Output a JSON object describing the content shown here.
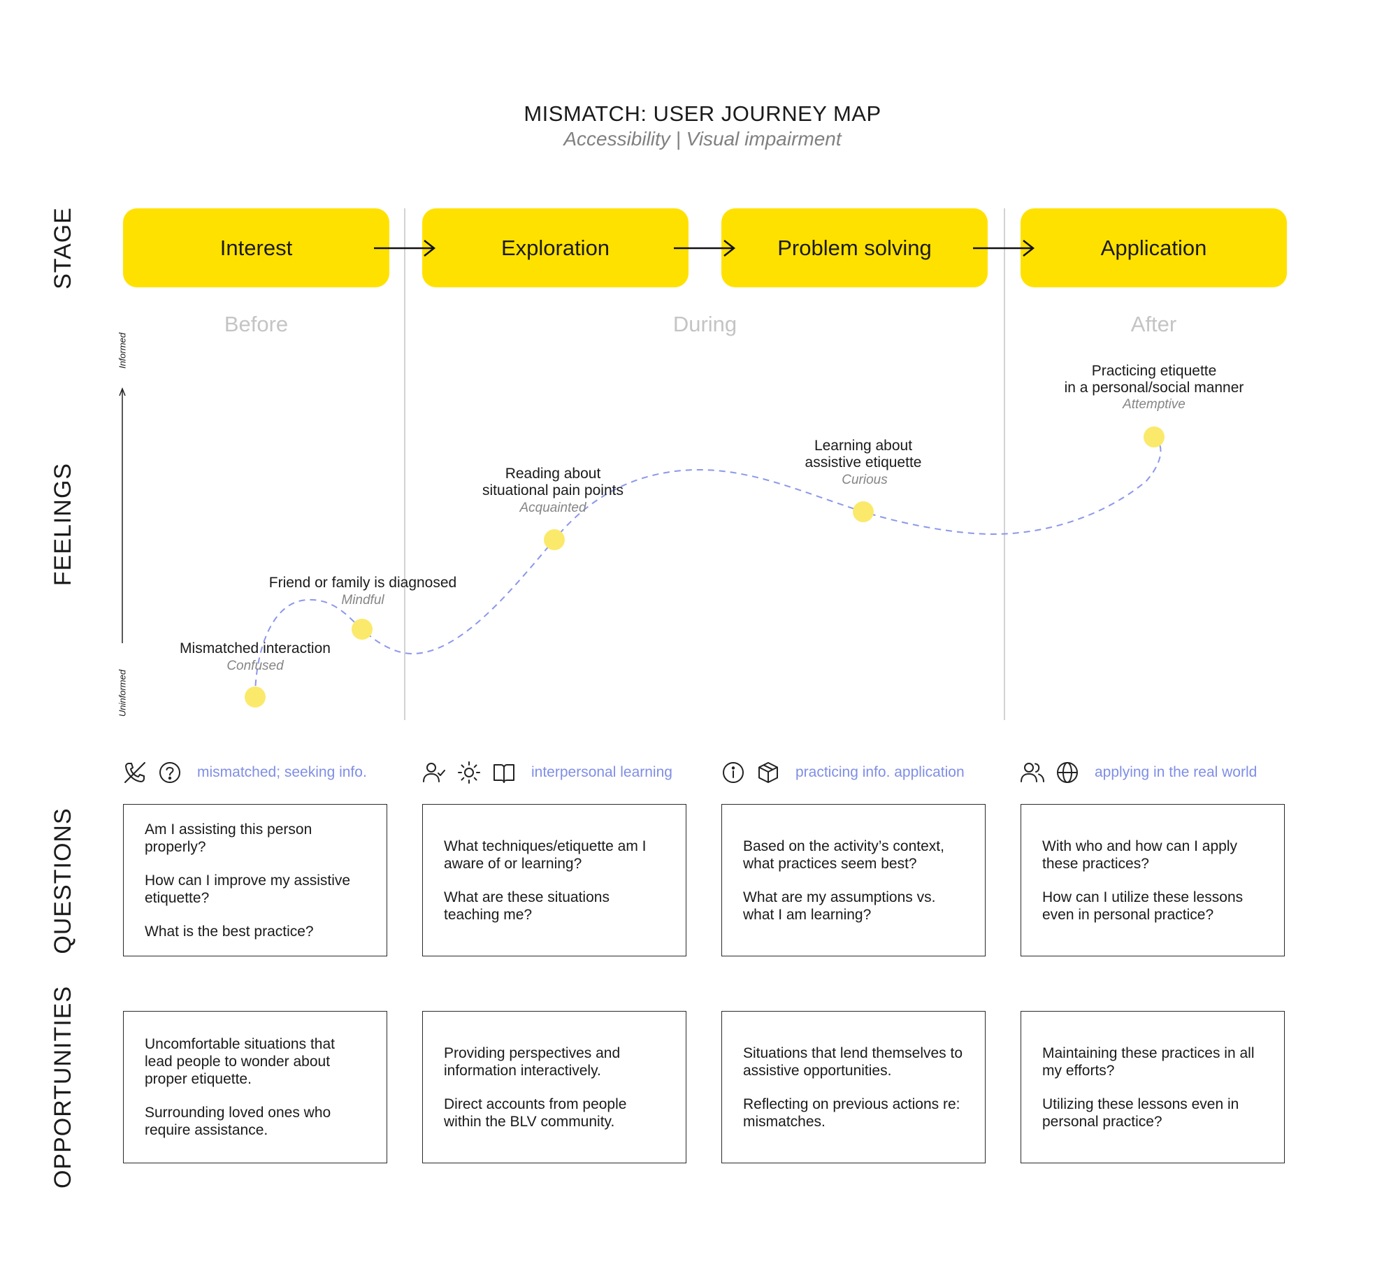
{
  "header": {
    "title": "MISMATCH: USER JOURNEY MAP",
    "subtitle": "Accessibility | Visual impairment"
  },
  "row_labels": {
    "stage": "STAGE",
    "feelings": "FEELINGS",
    "questions": "QUESTIONS",
    "opportunities": "OPPORTUNITIES"
  },
  "stages": [
    "Interest",
    "Exploration",
    "Problem solving",
    "Application"
  ],
  "phases": [
    "Before",
    "During",
    "After"
  ],
  "feelings_axis": {
    "top": "Informed",
    "bottom": "Uninformed"
  },
  "events": [
    {
      "label": "Mismatched interaction",
      "feeling": "Confused"
    },
    {
      "label": "Friend or family is diagnosed",
      "feeling": "Mindful"
    },
    {
      "label": "Reading about situational pain points",
      "line1": "Reading about",
      "line2": "situational pain points",
      "feeling": "Acquainted"
    },
    {
      "label": "Learning about assistive etiquette",
      "line1": "Learning about",
      "line2": "assistive etiquette",
      "feeling": "Curious"
    },
    {
      "label": "Practicing etiquette in a personal/social manner",
      "line1": "Practicing etiquette",
      "line2": "in a personal/social manner",
      "feeling": "Attemptive"
    }
  ],
  "themes": [
    {
      "label": "mismatched; seeking info.",
      "icons": [
        "phone-off-icon",
        "question-circle-icon"
      ]
    },
    {
      "label": "interpersonal learning",
      "icons": [
        "user-check-icon",
        "sun-icon",
        "book-open-icon"
      ]
    },
    {
      "label": "practicing info. application",
      "icons": [
        "info-circle-icon",
        "cube-icon"
      ]
    },
    {
      "label": "applying in the real world",
      "icons": [
        "users-icon",
        "globe-icon"
      ]
    }
  ],
  "questions": [
    [
      "Am I assisting this person properly?",
      "How can I improve my assistive etiquette?",
      "What is the best practice?"
    ],
    [
      "What techniques/etiquette am I aware of or learning?",
      "What are these situations teaching me?"
    ],
    [
      "Based on the activity’s context, what practices seem best?",
      "What are my assumptions vs. what I am learning?"
    ],
    [
      "With who and how can I apply these practices?",
      "How can I utilize these lessons even in personal practice?"
    ]
  ],
  "opportunities": [
    [
      "Uncomfortable situations that lead people to wonder about proper etiquette.",
      "Surrounding loved ones who require assistance."
    ],
    [
      "Providing perspectives and information interactively.",
      "Direct accounts from people within the BLV community."
    ],
    [
      "Situations that lend themselves to assistive opportunities.",
      "Reflecting on previous actions re: mismatches."
    ],
    [
      "Maintaining these practices in all my efforts?",
      "Utilizing these lessons even in personal practice?"
    ]
  ],
  "colors": {
    "stage_fill": "#ffe100",
    "dot_fill": "#fbe96b",
    "curve": "#8c97ea",
    "theme_text": "#7f8ee5",
    "phase_text": "#c4c4c4"
  }
}
